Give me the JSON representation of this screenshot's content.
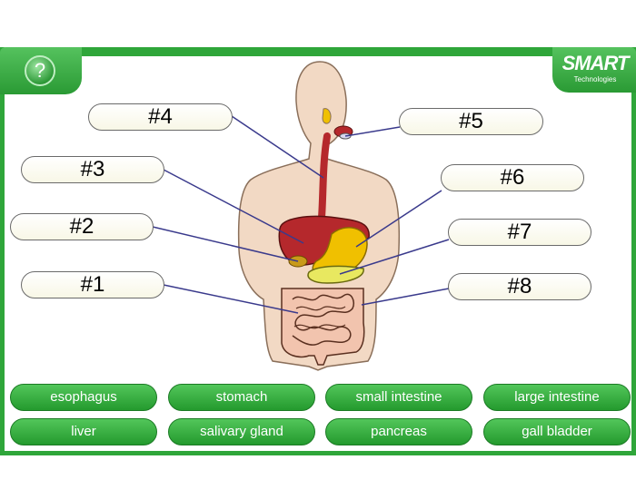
{
  "header": {
    "help_label": "?",
    "logo_name": "SMART",
    "logo_sub": "Technologies"
  },
  "labels": [
    "#1",
    "#2",
    "#3",
    "#4",
    "#5",
    "#6",
    "#7",
    "#8"
  ],
  "terms": [
    "esophagus",
    "stomach",
    "small intestine",
    "large intestine",
    "liver",
    "salivary gland",
    "pancreas",
    "gall bladder"
  ],
  "colors": {
    "accent": "#2fa63a",
    "skin": "#f2d9c4",
    "organ_red": "#b5282c",
    "organ_yellow": "#f0c000",
    "line": "#3a3a8c"
  }
}
